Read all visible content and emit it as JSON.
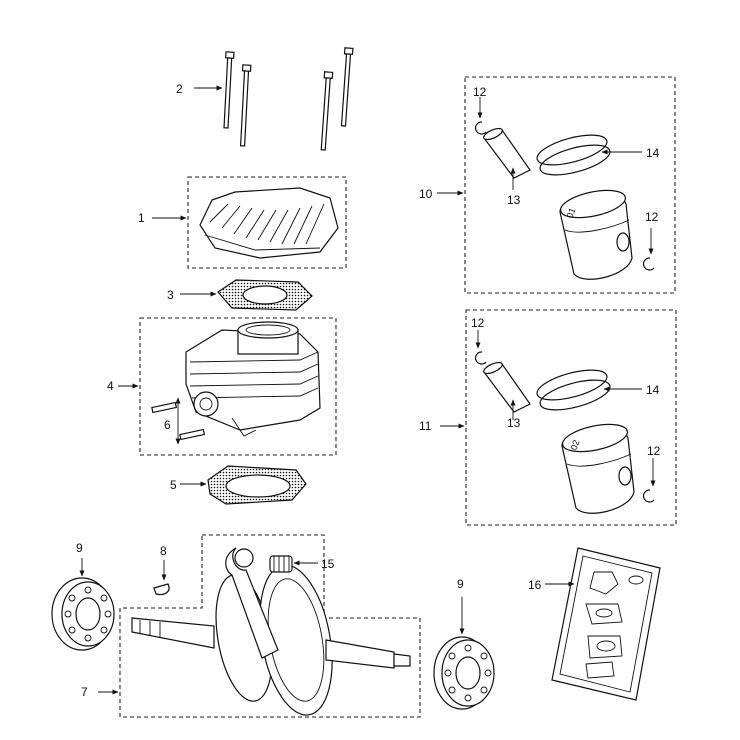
{
  "callouts": {
    "c1": "1",
    "c2": "2",
    "c3": "3",
    "c4": "4",
    "c5": "5",
    "c6": "6",
    "c7": "7",
    "c8": "8",
    "c9a": "9",
    "c9b": "9",
    "c10": "10",
    "c11": "11",
    "c12a": "12",
    "c12b": "12",
    "c12c": "12",
    "c12d": "12",
    "c13a": "13",
    "c13b": "13",
    "c14a": "14",
    "c14b": "14",
    "c15": "15",
    "c16": "16"
  },
  "part_stamps": {
    "piston_1": "01",
    "piston_2": "02"
  }
}
